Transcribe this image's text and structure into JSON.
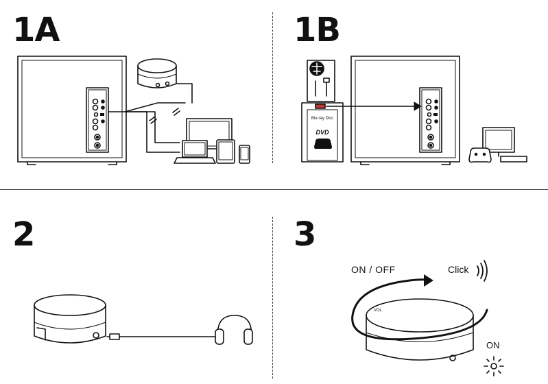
{
  "steps": {
    "a": "1A",
    "b": "1B",
    "two": "2",
    "three": "3"
  },
  "step3": {
    "power_label": "ON / OFF",
    "click_label": "Click",
    "led_label": "ON",
    "knob_label": "VOL"
  },
  "icons": {
    "bluray": "Blu-ray Disc",
    "dvd": "DVD"
  },
  "colors": {
    "line": "#111111",
    "background": "#ffffff",
    "jack_red": "#c0392b"
  }
}
